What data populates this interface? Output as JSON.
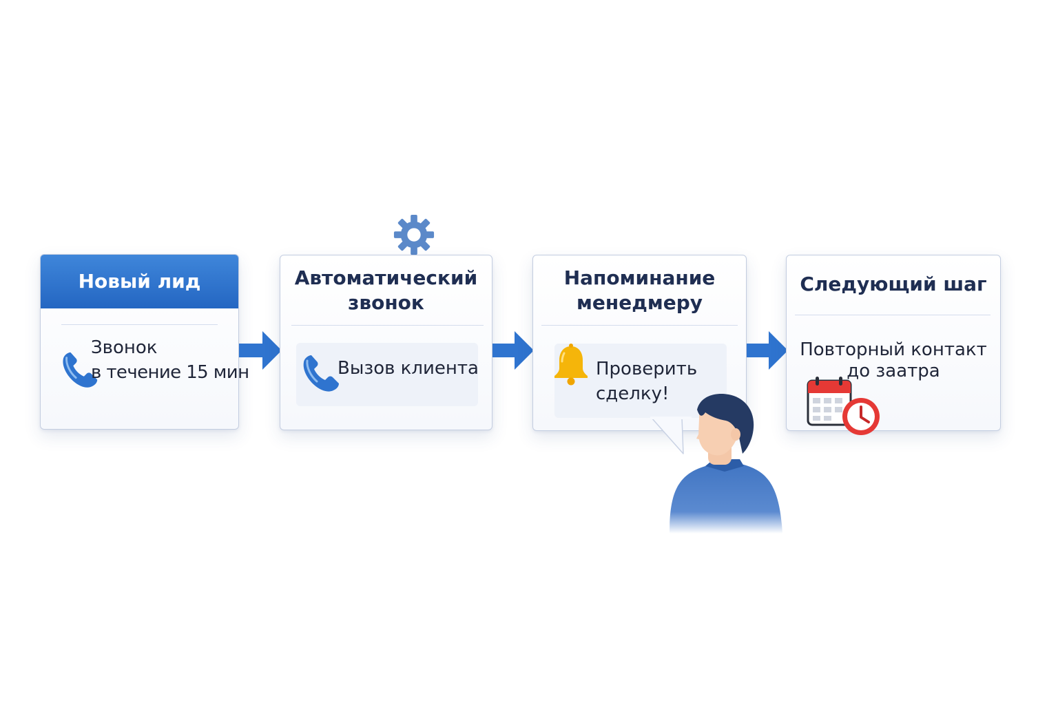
{
  "steps": [
    {
      "title": "Новый лид",
      "line1": "Звонок",
      "line2": "в течение 15 мин",
      "icon": "phone-icon"
    },
    {
      "title_line1": "Автоматический",
      "title_line2": "звонок",
      "action": "Вызов клиента",
      "icon": "phone-icon",
      "top_icon": "gear-icon"
    },
    {
      "title_line1": "Напоминание",
      "title_line2": "менедмеру",
      "line1": "Проверить",
      "line2": "сделку!",
      "icon": "bell-icon"
    },
    {
      "title": "Следующий шаг",
      "line1": "Повторный контакт",
      "line2": "до заатра",
      "icon": "calendar-clock-icon"
    }
  ],
  "colors": {
    "accent_blue": "#2f74cf",
    "title_text": "#1f2e52",
    "bell_yellow": "#f5b50a",
    "clock_red": "#e53935"
  }
}
